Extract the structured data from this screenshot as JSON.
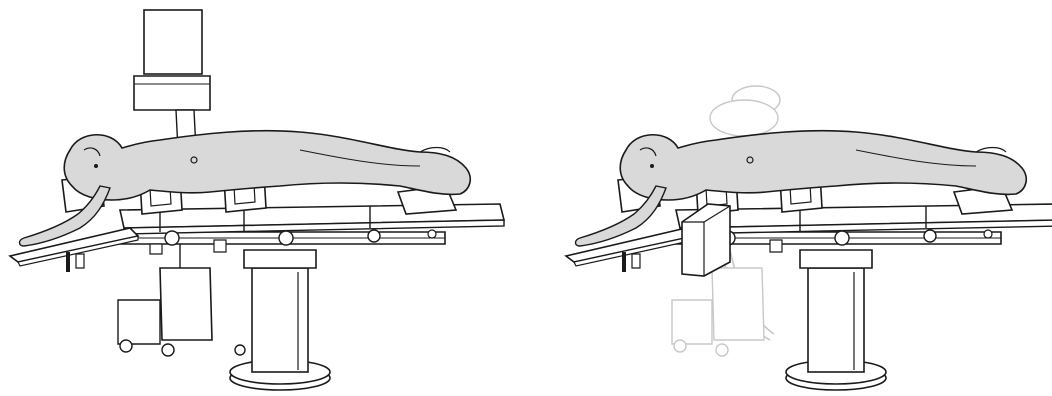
{
  "figure": {
    "panels": [
      {
        "id": "left",
        "c_arm_orientation": "vertical",
        "c_arm_visible": true
      },
      {
        "id": "right",
        "c_arm_orientation": "lateral",
        "c_arm_visible": true
      }
    ],
    "colors": {
      "line": "#1a1a1a",
      "patient_fill": "#d9d9d9",
      "equipment_fill": "#ffffff",
      "c_arm_ghost": "#c8c8c8",
      "background": "#ffffff"
    }
  }
}
